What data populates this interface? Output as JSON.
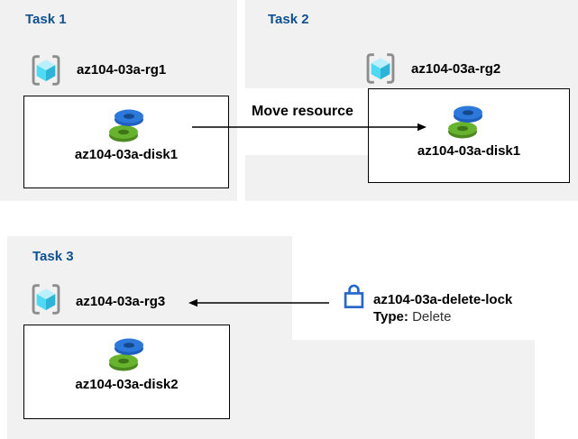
{
  "tasks": [
    {
      "title": "Task 1",
      "rg_label": "az104-03a-rg1",
      "disk_label": "az104-03a-disk1"
    },
    {
      "title": "Task 2",
      "rg_label": "az104-03a-rg2",
      "disk_label": "az104-03a-disk1"
    },
    {
      "title": "Task 3",
      "rg_label": "az104-03a-rg3",
      "disk_label": "az104-03a-disk2"
    }
  ],
  "move_arrow": {
    "label": "Move resource"
  },
  "lock": {
    "name": "az104-03a-delete-lock",
    "type_label": "Type:",
    "type_value": "Delete"
  },
  "icons": {
    "resource_group": "azure-resource-group (cyan cube in gray brackets)",
    "disk": "azure-disk (blue disc over green disc)",
    "lock": "blue padlock outline"
  },
  "colors": {
    "panel_bg": "#F1F1F1",
    "title_blue": "#0F5190",
    "text_black": "#000000",
    "line_black": "#000000",
    "lock_blue": "#2667C9",
    "bracket_gray": "#8D8D8D",
    "cube_top": "#B9EFFF",
    "cube_left": "#4FD9F2",
    "cube_right": "#2EB3D9",
    "disk_blue": "#2D79DB",
    "disk_blue_dark": "#1E5FC0",
    "disk_blue_hole": "#15498C",
    "disk_green": "#67B32E",
    "disk_green_dark": "#4C8A1F",
    "disk_green_hole": "#3E7519"
  }
}
